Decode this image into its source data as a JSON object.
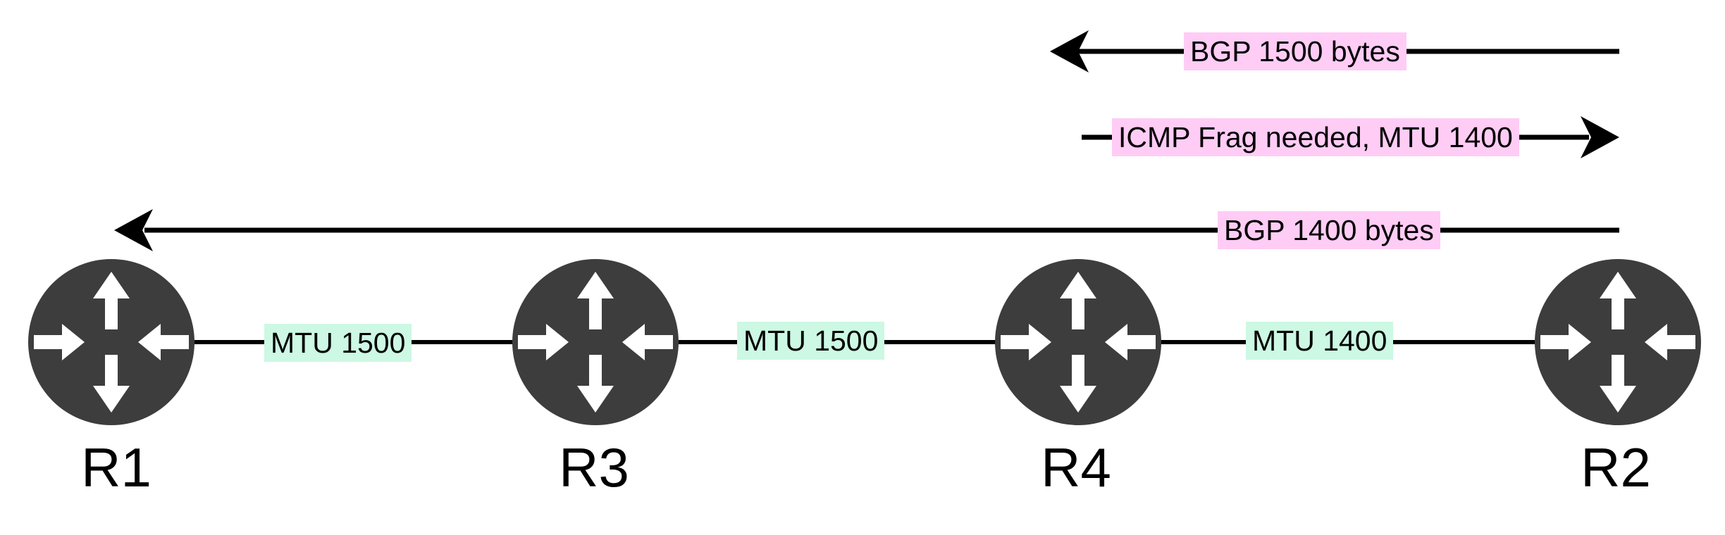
{
  "colors": {
    "router_body": "#3d3d3d",
    "router_arrows": "#ffffff",
    "line": "#000000",
    "bgp_highlight": "#ffccf5",
    "mtu_highlight": "#ccf8e4"
  },
  "nodes": [
    {
      "id": "r1",
      "label": "R1",
      "icon": "router-icon"
    },
    {
      "id": "r3",
      "label": "R3",
      "icon": "router-icon"
    },
    {
      "id": "r4",
      "label": "R4",
      "icon": "router-icon"
    },
    {
      "id": "r2",
      "label": "R2",
      "icon": "router-icon"
    }
  ],
  "links": [
    {
      "from": "R1",
      "to": "R3",
      "label": "MTU 1500"
    },
    {
      "from": "R3",
      "to": "R4",
      "label": "MTU 1500"
    },
    {
      "from": "R4",
      "to": "R2",
      "label": "MTU 1400"
    }
  ],
  "flows": [
    {
      "label": "BGP 1500 bytes",
      "direction": "left"
    },
    {
      "label": "ICMP Frag needed, MTU 1400",
      "direction": "right"
    },
    {
      "label": "BGP 1400 bytes",
      "direction": "left"
    }
  ]
}
